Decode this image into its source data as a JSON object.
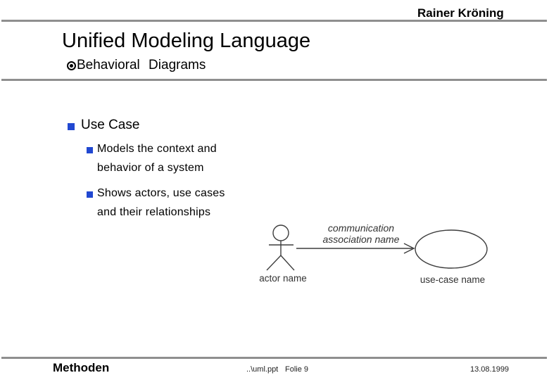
{
  "header": {
    "author": "Rainer Kröning",
    "title": "Unified Modeling Language",
    "subtitle": "Behavioral Diagrams",
    "subtitle_bullet_icon": "circled-dot"
  },
  "content": {
    "heading": "Use Case",
    "heading_bullet_icon": "filled-square",
    "bullets": [
      {
        "line1": "Models the context and",
        "line2": "behavior of a system"
      },
      {
        "line1": "Shows actors, use cases",
        "line2": "and their relationships"
      }
    ]
  },
  "diagram": {
    "actor_label": "actor name",
    "association_label_line1": "communication",
    "association_label_line2": "association name",
    "use_case_label": "use-case name"
  },
  "footer": {
    "left": "Methoden",
    "file": "..\\uml.ppt",
    "page": "Folie 9",
    "date": "13.08.1999"
  },
  "colors": {
    "bullet_blue": "#2148d1",
    "rule_gray": "#8f8f8f",
    "diagram_stroke": "#3d3d3d"
  }
}
